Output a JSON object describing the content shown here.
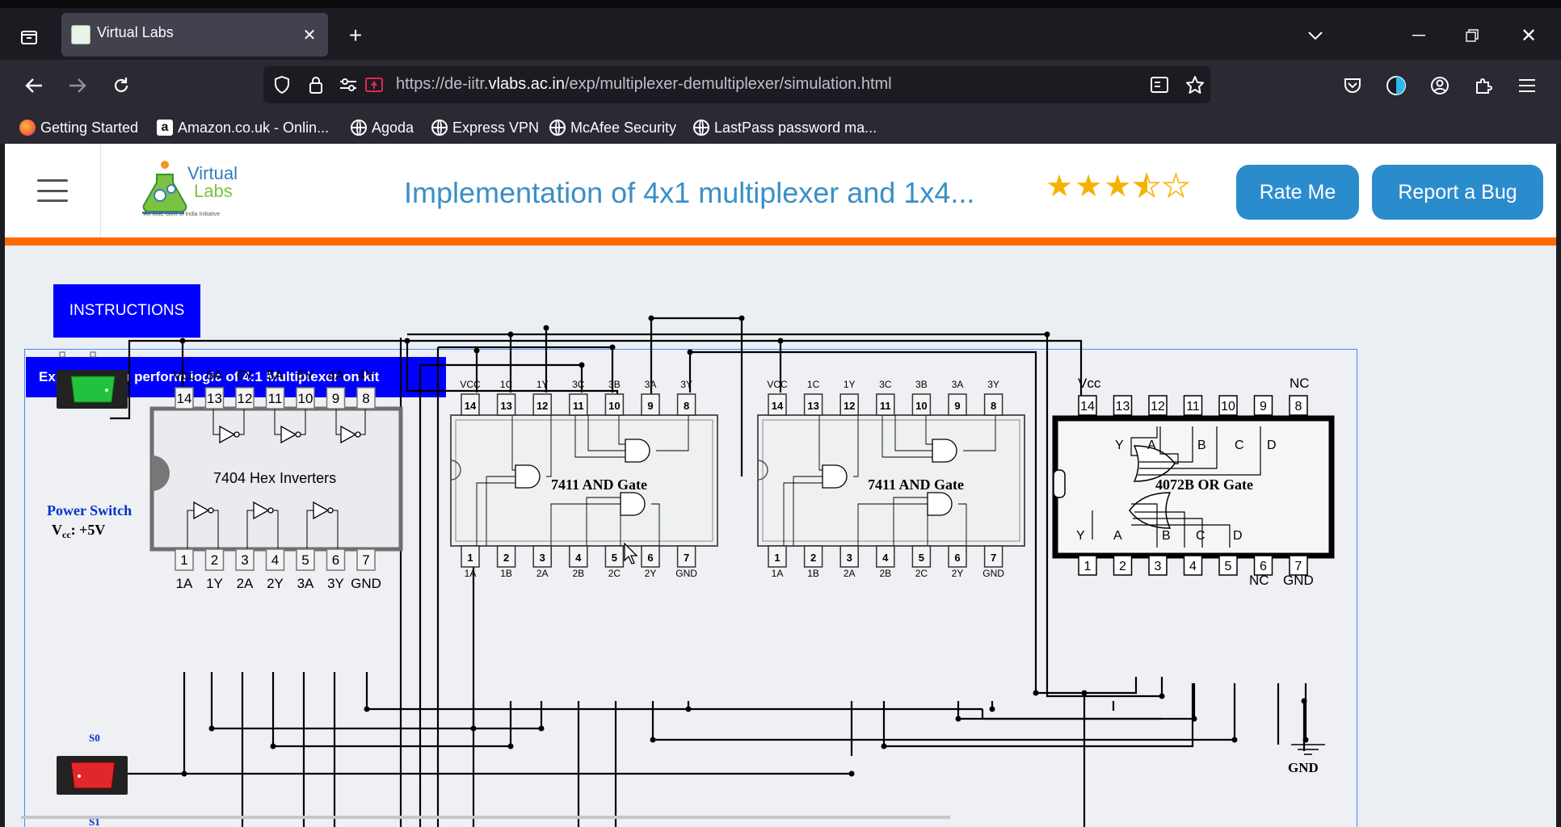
{
  "browser": {
    "tab_title": "Virtual Labs",
    "url_prefix": "https://de-iitr.",
    "url_domain": "vlabs.ac.in",
    "url_path": "/exp/multiplexer-demultiplexer/simulation.html",
    "bookmarks": [
      "Getting Started",
      "Amazon.co.uk - Onlin...",
      "Agoda",
      "Express VPN",
      "McAfee Security",
      "LastPass password ma..."
    ]
  },
  "header": {
    "logo_line1": "Virtual",
    "logo_line2": "Labs",
    "logo_sub": "An MoE Govt of India Initiative",
    "title": "Implementation of 4x1 multiplexer and 1x4...",
    "rating": 3.5,
    "rate_label": "Rate Me",
    "bug_label": "Report a Bug"
  },
  "main": {
    "instructions_label": "INSTRUCTIONS",
    "panel_title": "Experiment to perform logic of 4:1 Multiplexer on kit",
    "power_switch_label": "Power Switch",
    "vcc_label": "V",
    "vcc_sub": "cc",
    "vcc_value": ": +5V",
    "s0_label": "S0",
    "s1_label": "S1",
    "gnd_label": "GND",
    "power_switch_state": "on",
    "s0_state": "off"
  },
  "chips": {
    "inverter": {
      "name": "7404 Hex Inverters",
      "top_labels": [
        "Vcc",
        "6A",
        "6Y",
        "5A",
        "5Y",
        "4A",
        "4Y"
      ],
      "top_pins": [
        "14",
        "13",
        "12",
        "11",
        "10",
        "9",
        "8"
      ],
      "bottom_labels": [
        "1A",
        "1Y",
        "2A",
        "2Y",
        "3A",
        "3Y",
        "GND"
      ],
      "bottom_pins": [
        "1",
        "2",
        "3",
        "4",
        "5",
        "6",
        "7"
      ]
    },
    "and_gate": {
      "name": "7411 AND Gate",
      "top_labels": [
        "VCC",
        "1C",
        "1Y",
        "3C",
        "3B",
        "3A",
        "3Y"
      ],
      "top_pins": [
        "14",
        "13",
        "12",
        "11",
        "10",
        "9",
        "8"
      ],
      "bottom_labels": [
        "1A",
        "1B",
        "2A",
        "2B",
        "2C",
        "2Y",
        "GND"
      ],
      "bottom_pins": [
        "1",
        "2",
        "3",
        "4",
        "5",
        "6",
        "7"
      ]
    },
    "or_gate": {
      "name": "4072B OR Gate",
      "vcc_label": "Vcc",
      "nc_label": "NC",
      "top_pins": [
        "14",
        "13",
        "12",
        "11",
        "10",
        "9",
        "8"
      ],
      "bottom_pins": [
        "1",
        "2",
        "3",
        "4",
        "5",
        "6",
        "7"
      ],
      "bottom_labels": [
        "NC",
        "GND"
      ],
      "upper_gate_labels": [
        "Y",
        "A",
        "B",
        "C",
        "D"
      ],
      "lower_gate_labels": [
        "Y",
        "A",
        "B",
        "C",
        "D"
      ]
    }
  }
}
